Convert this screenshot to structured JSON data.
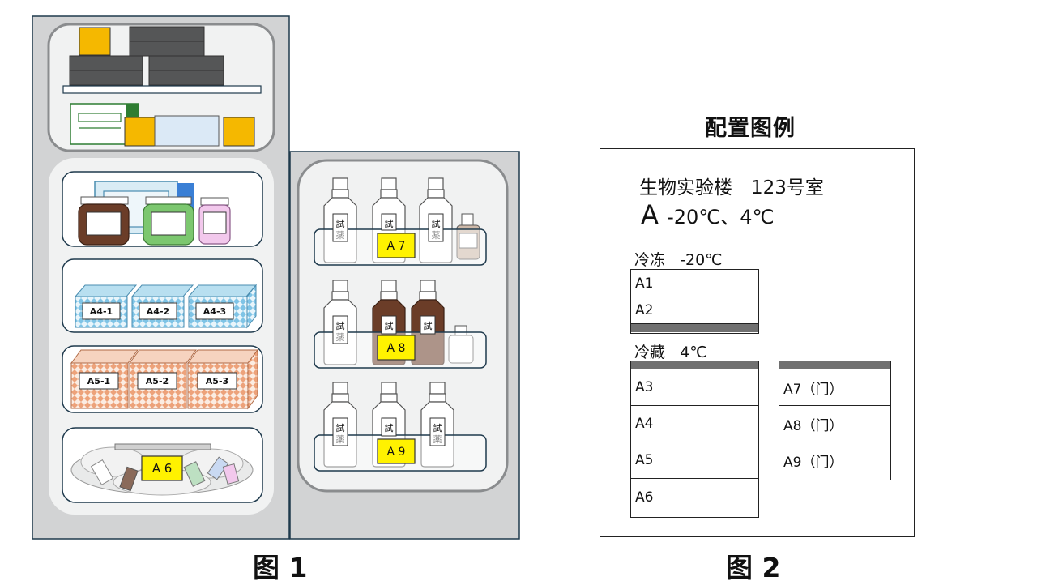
{
  "figure1": {
    "caption": "图 1",
    "freezer_items": [],
    "shelf_labels": {
      "a4": [
        "A4-1",
        "A4-2",
        "A4-3"
      ],
      "a5": [
        "A5-1",
        "A5-2",
        "A5-3"
      ],
      "a6": "A 6"
    },
    "door_labels": [
      "A 7",
      "A 8",
      "A 9"
    ],
    "bottle_label_top": "試",
    "bottle_label_bottom": "薬",
    "colors": {
      "fridge_body": "#d2d3d4",
      "tag_yellow": "#fff200",
      "box_blue": "#7fc4e6",
      "box_orange": "#eda27a",
      "outline": "#1f3a4d"
    }
  },
  "figure2": {
    "title": "配置图例",
    "caption": "图 2",
    "location": "生物实验楼　123号室",
    "area_letter": "A",
    "area_temps": "-20℃、4℃",
    "freezer": {
      "label": "冷冻",
      "temp": "-20℃",
      "rows": [
        "A1",
        "A2"
      ]
    },
    "fridge": {
      "label": "冷藏",
      "temp": "4℃",
      "rows": [
        "A3",
        "A4",
        "A5",
        "A6"
      ],
      "door_rows": [
        "A7（门）",
        "A8（门）",
        "A9（门）"
      ]
    }
  }
}
